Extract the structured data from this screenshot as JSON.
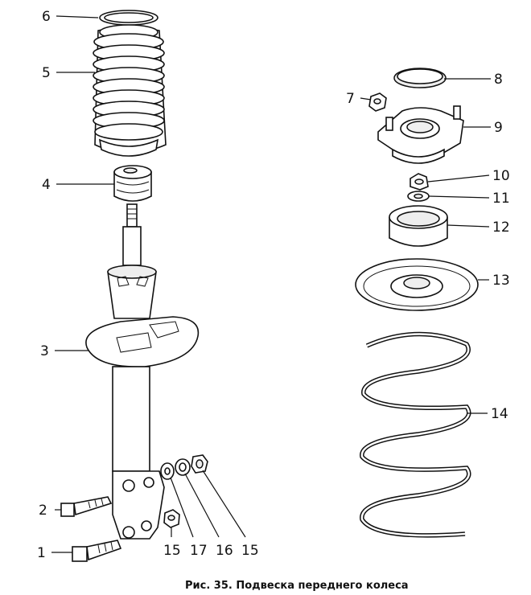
{
  "caption": "Рис. 35. Подвеска переднего колеса",
  "labels": {
    "l1": "1",
    "l2": "2",
    "l3": "3",
    "l4": "4",
    "l5": "5",
    "l6": "6",
    "l7": "7",
    "l8": "8",
    "l9": "9",
    "l10": "10",
    "l11": "11",
    "l12": "12",
    "l13": "13",
    "l14": "14",
    "l15a": "15",
    "l15b": "15",
    "l16": "16",
    "l17": "17"
  }
}
